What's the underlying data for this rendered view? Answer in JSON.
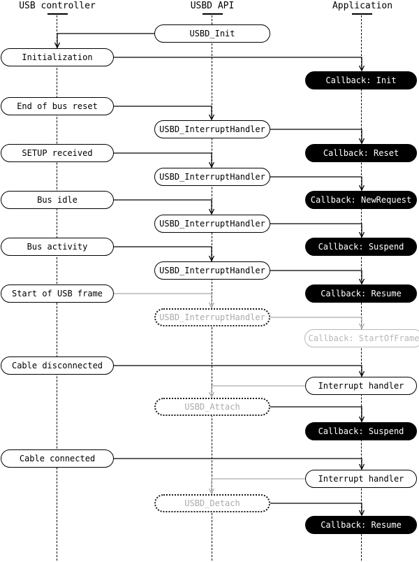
{
  "columns": [
    {
      "label": "USB controller"
    },
    {
      "label": "USBD API"
    },
    {
      "label": "Application"
    }
  ],
  "boxes": [
    {
      "label": "USBD_Init"
    },
    {
      "label": "Initialization"
    },
    {
      "label": "Callback: Init"
    },
    {
      "label": "End of bus reset"
    },
    {
      "label": "USBD_InterruptHandler"
    },
    {
      "label": "SETUP received"
    },
    {
      "label": "Callback: Reset"
    },
    {
      "label": "USBD_InterruptHandler"
    },
    {
      "label": "Bus idle"
    },
    {
      "label": "Callback: NewRequest"
    },
    {
      "label": "USBD_InterruptHandler"
    },
    {
      "label": "Bus activity"
    },
    {
      "label": "Callback: Suspend"
    },
    {
      "label": "USBD_InterruptHandler"
    },
    {
      "label": "Start of USB frame"
    },
    {
      "label": "Callback: Resume"
    },
    {
      "label": "USBD_InterruptHandler"
    },
    {
      "label": "Callback: StartOfFrame"
    },
    {
      "label": "Cable disconnected"
    },
    {
      "label": "Interrupt handler"
    },
    {
      "label": "USBD_Attach"
    },
    {
      "label": "Callback: Suspend"
    },
    {
      "label": "Cable connected"
    },
    {
      "label": "Interrupt handler"
    },
    {
      "label": "USBD_Detach"
    },
    {
      "label": "Callback: Resume"
    }
  ],
  "colors": {
    "line": "#000000",
    "muted": "#ababab"
  }
}
